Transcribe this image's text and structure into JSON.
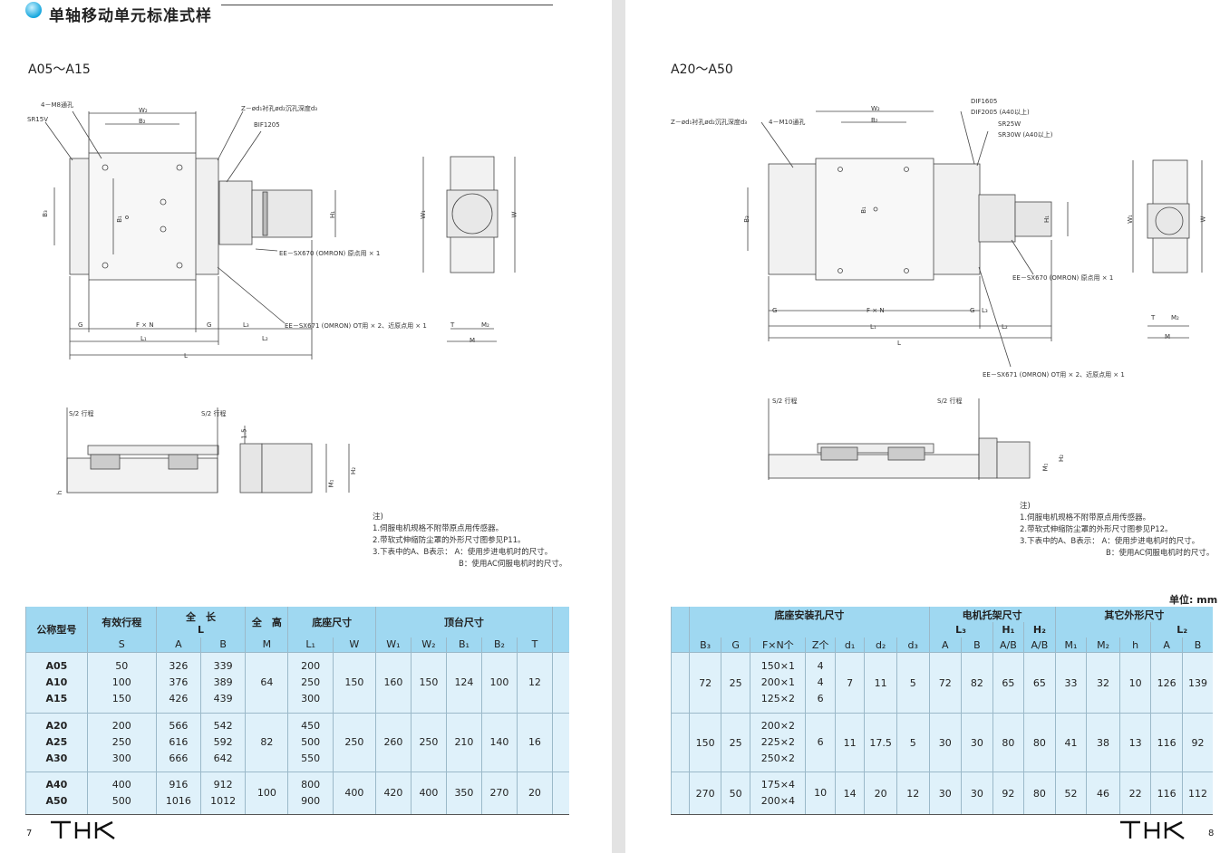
{
  "left": {
    "title": "单轴移动单元标准式样",
    "series": "A05～A15",
    "labels": {
      "m8": "4－M8通孔",
      "sr15": "SR15V",
      "w2": "W₂",
      "b2": "B₂",
      "zd": "Z－ød₁衬孔ød₂沉孔深度d₃",
      "bif": "BIF1205",
      "b3": "B₃",
      "b1": "B₁",
      "h1": "H₁",
      "w1": "W₁",
      "w": "W",
      "sx670": "EE－SX670 (OMRON) 原点用 × 1",
      "sx671": "EE－SX671 (OMRON) OT用 × 2、近原点用 × 1",
      "g": "G",
      "fxn": "F × N",
      "l3": "L₃",
      "t": "T",
      "m2": "M₂",
      "m": "M",
      "l1": "L₁",
      "l2": "L₂",
      "l": "L",
      "stroke_a": "S/2 行程",
      "stroke_b": "S/2 行程",
      "d15": "1.5",
      "h": "h",
      "m1": "M₁",
      "h2": "H₂"
    },
    "notes": {
      "head": "注)",
      "n1": "1.伺服电机规格不附带原点用传感器。",
      "n2": "2.带软式伸缩防尘罩的外形尺寸图参见P11。",
      "n3": "3.下表中的A、B表示：  A：使用步进电机时的尺寸。",
      "n4": "B：使用AC伺服电机时的尺寸。"
    },
    "table": {
      "h_model": "公称型号",
      "h_stroke": "有效行程",
      "h_total": "全　长",
      "h_total_sub": "L",
      "h_height": "全　高",
      "h_base": "底座尺寸",
      "h_top": "顶台尺寸",
      "cols": [
        "S",
        "A",
        "B",
        "M",
        "L₁",
        "W",
        "W₁",
        "W₂",
        "B₁",
        "B₂",
        "T"
      ],
      "groups": [
        {
          "models": [
            "A05",
            "A10",
            "A15"
          ],
          "S": [
            "50",
            "100",
            "150"
          ],
          "A": [
            "326",
            "376",
            "426"
          ],
          "B": [
            "339",
            "389",
            "439"
          ],
          "M": "64",
          "L1": [
            "200",
            "250",
            "300"
          ],
          "W": "150",
          "W1": "160",
          "W2": "150",
          "B1": "124",
          "B2": "100",
          "T": "12"
        },
        {
          "models": [
            "A20",
            "A25",
            "A30"
          ],
          "S": [
            "200",
            "250",
            "300"
          ],
          "A": [
            "566",
            "616",
            "666"
          ],
          "B": [
            "542",
            "592",
            "642"
          ],
          "M": "82",
          "L1": [
            "450",
            "500",
            "550"
          ],
          "W": "250",
          "W1": "260",
          "W2": "250",
          "B1": "210",
          "B2": "140",
          "T": "16"
        },
        {
          "models": [
            "A40",
            "A50"
          ],
          "S": [
            "400",
            "500"
          ],
          "A": [
            "916",
            "1016"
          ],
          "B": [
            "912",
            "1012"
          ],
          "M": "100",
          "L1": [
            "800",
            "900"
          ],
          "W": "400",
          "W1": "420",
          "W2": "400",
          "B1": "350",
          "B2": "270",
          "T": "20"
        }
      ]
    },
    "page_number": "7",
    "logo": "THK"
  },
  "right": {
    "series": "A20～A50",
    "labels": {
      "dif1": "DIF1605",
      "dif2": "DIF2005 (A40以上)",
      "sr25": "SR25W",
      "sr30": "SR30W (A40以上)",
      "zd": "Z－ød₁衬孔ød₂沉孔深度d₃",
      "m10": "4－M10通孔",
      "w2": "W₂",
      "b2": "B₂",
      "b3": "B₃",
      "b1": "B₁",
      "h1": "H₁",
      "w1": "W₁",
      "w": "W",
      "sx670": "EE－SX670 (OMRON) 原点用 × 1",
      "sx671": "EE－SX671 (OMRON) OT用 × 2、近原点用 × 1",
      "g": "G",
      "fxn": "F × N",
      "l3": "L₃",
      "l1": "L₁",
      "l2": "L₂",
      "l": "L",
      "t": "T",
      "m2": "M₂",
      "m": "M",
      "stroke_a": "S/2 行程",
      "stroke_b": "S/2 行程",
      "m1": "M₁",
      "h2": "H₂"
    },
    "notes": {
      "head": "注)",
      "n1": "1.伺服电机规格不附带原点用传感器。",
      "n2": "2.带软式伸缩防尘罩的外形尺寸图参见P12。",
      "n3": "3.下表中的A、B表示：  A：使用步进电机时的尺寸。",
      "n4": "B：使用AC伺服电机时的尺寸。"
    },
    "unit": "单位: mm",
    "table": {
      "h_base_hole": "底座安装孔尺寸",
      "h_motor": "电机托架尺寸",
      "h_other": "其它外形尺寸",
      "h_l3": "L₃",
      "h_h1": "H₁",
      "h_h2": "H₂",
      "h_l2": "L₂",
      "cols": [
        "B₃",
        "G",
        "F×N个",
        "Z个",
        "d₁",
        "d₂",
        "d₃",
        "A",
        "B",
        "A/B",
        "A/B",
        "M₁",
        "M₂",
        "h",
        "A",
        "B"
      ],
      "groups": [
        {
          "B3": "72",
          "G": "25",
          "FxN": [
            "150×1",
            "200×1",
            "125×2"
          ],
          "Z": [
            "4",
            "4",
            "6"
          ],
          "d1": "7",
          "d2": "11",
          "d3": "5",
          "L3A": "72",
          "L3B": "82",
          "H1": "65",
          "H2": "65",
          "M1": "33",
          "M2": "32",
          "h": "10",
          "L2A": "126",
          "L2B": "139"
        },
        {
          "B3": "150",
          "G": "25",
          "FxN": [
            "200×2",
            "225×2",
            "250×2"
          ],
          "Z": [
            "6"
          ],
          "d1": "11",
          "d2": "17.5",
          "d3": "5",
          "L3A": "30",
          "L3B": "30",
          "H1": "80",
          "H2": "80",
          "M1": "41",
          "M2": "38",
          "h": "13",
          "L2A": "116",
          "L2B": "92"
        },
        {
          "B3": "270",
          "G": "50",
          "FxN": [
            "175×4",
            "200×4"
          ],
          "Z": [
            "10"
          ],
          "d1": "14",
          "d2": "20",
          "d3": "12",
          "L3A": "30",
          "L3B": "30",
          "H1": "92",
          "H2": "80",
          "M1": "52",
          "M2": "46",
          "h": "22",
          "L2A": "116",
          "L2B": "112"
        }
      ]
    },
    "page_number": "8",
    "logo": "THK"
  }
}
